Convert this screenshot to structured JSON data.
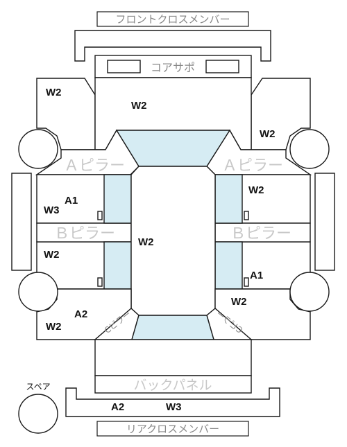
{
  "labels": {
    "front_cross_member": "フロントクロスメンバー",
    "core_support": "コアサポ",
    "a_pillar_left": "Ａピラー",
    "a_pillar_right": "Ａピラー",
    "b_pillar_left": "Ｂピラー",
    "b_pillar_right": "Ｂピラー",
    "back_panel": "バックパネル",
    "rear_cross_member": "リアクロスメンバー",
    "spare": "スペア",
    "c_pillar_left": "Cピラー",
    "c_pillar_right": "Cピラー"
  },
  "markings": {
    "front_left_fender": "W2",
    "hood": "W2",
    "front_right_fender": "W2",
    "front_left_door_a": "A1",
    "front_left_door_w": "W3",
    "front_right_door": "W2",
    "roof": "W2",
    "rear_left_door": "W2",
    "rear_right_door_a": "A1",
    "rear_right_quarter": "W2",
    "rear_left_quarter_a": "A2",
    "rear_left_quarter_w": "W2",
    "rear_panel_a": "A2",
    "rear_panel_w": "W3"
  }
}
